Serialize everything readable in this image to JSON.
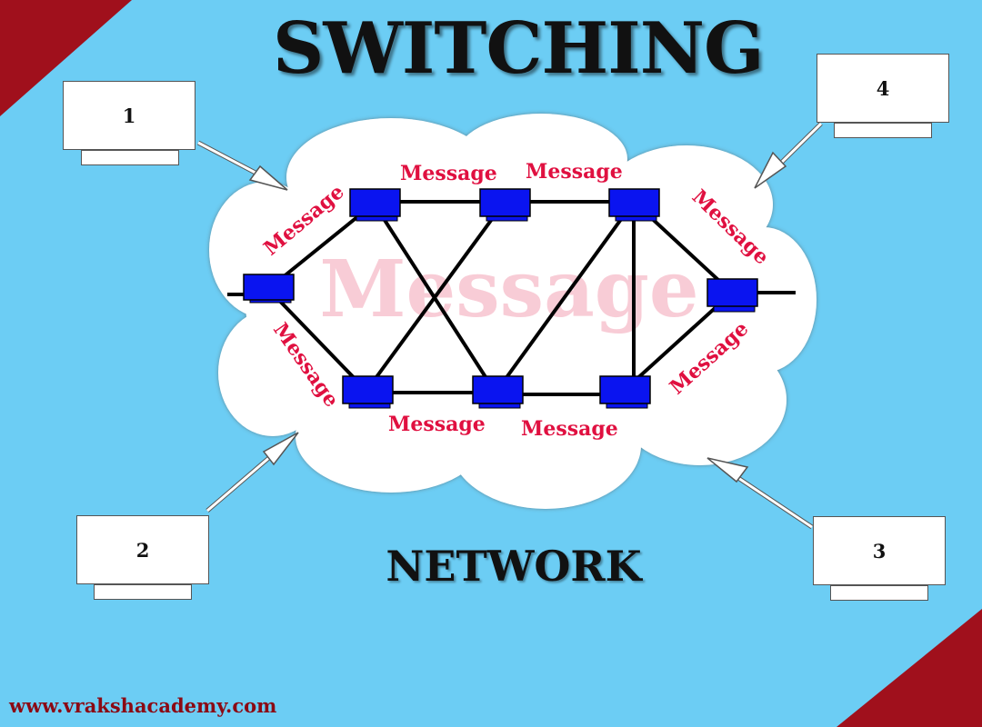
{
  "title": "SWITCHING",
  "subtitle": "NETWORK",
  "website": "www.vrakshacademy.com",
  "watermark": "Message",
  "computers": [
    {
      "label": "1"
    },
    {
      "label": "2"
    },
    {
      "label": "3"
    },
    {
      "label": "4"
    }
  ],
  "message_labels": [
    "Message",
    "Message",
    "Message",
    "Message",
    "Message",
    "Message",
    "Message",
    "Message"
  ],
  "colors": {
    "background": "#6ccdf4",
    "corner": "#a0101c",
    "switch": "#0a14f0",
    "message_text": "#e01040",
    "watermark": "#f7c4cf",
    "cloud": "#ffffff"
  }
}
